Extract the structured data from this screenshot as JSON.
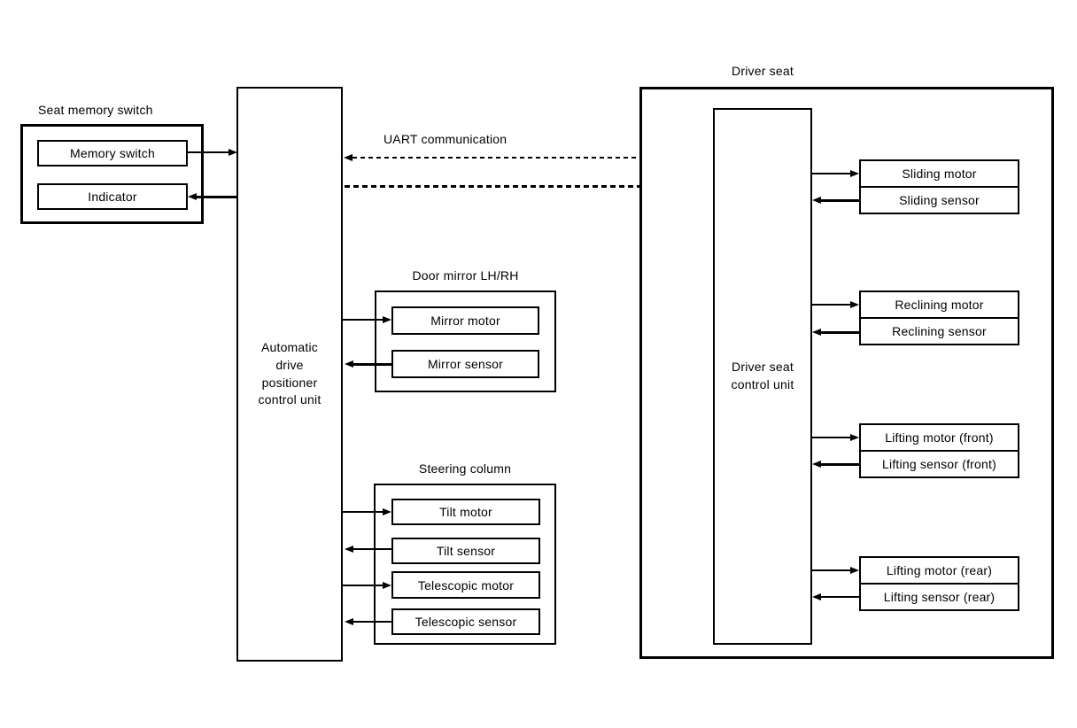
{
  "colors": {
    "ink": "#000000",
    "bg": "#ffffff"
  },
  "seat_memory_switch": {
    "label": "Seat memory switch",
    "memory_switch": "Memory switch",
    "indicator": "Indicator"
  },
  "adp_unit": {
    "label": "Automatic\ndrive\npositioner\ncontrol unit"
  },
  "uart": {
    "label": "UART communication"
  },
  "door_mirror": {
    "label": "Door mirror LH/RH",
    "motor": "Mirror motor",
    "sensor": "Mirror sensor"
  },
  "steering_column": {
    "label": "Steering column",
    "items": [
      "Tilt motor",
      "Tilt sensor",
      "Telescopic motor",
      "Telescopic sensor"
    ]
  },
  "driver_seat": {
    "label": "Driver seat",
    "control_unit": "Driver seat\ncontrol unit",
    "pairs": [
      {
        "motor": "Sliding motor",
        "sensor": "Sliding sensor"
      },
      {
        "motor": "Reclining motor",
        "sensor": "Reclining sensor"
      },
      {
        "motor": "Lifting motor (front)",
        "sensor": "Lifting sensor (front)"
      },
      {
        "motor": "Lifting motor (rear)",
        "sensor": "Lifting sensor (rear)"
      }
    ]
  }
}
